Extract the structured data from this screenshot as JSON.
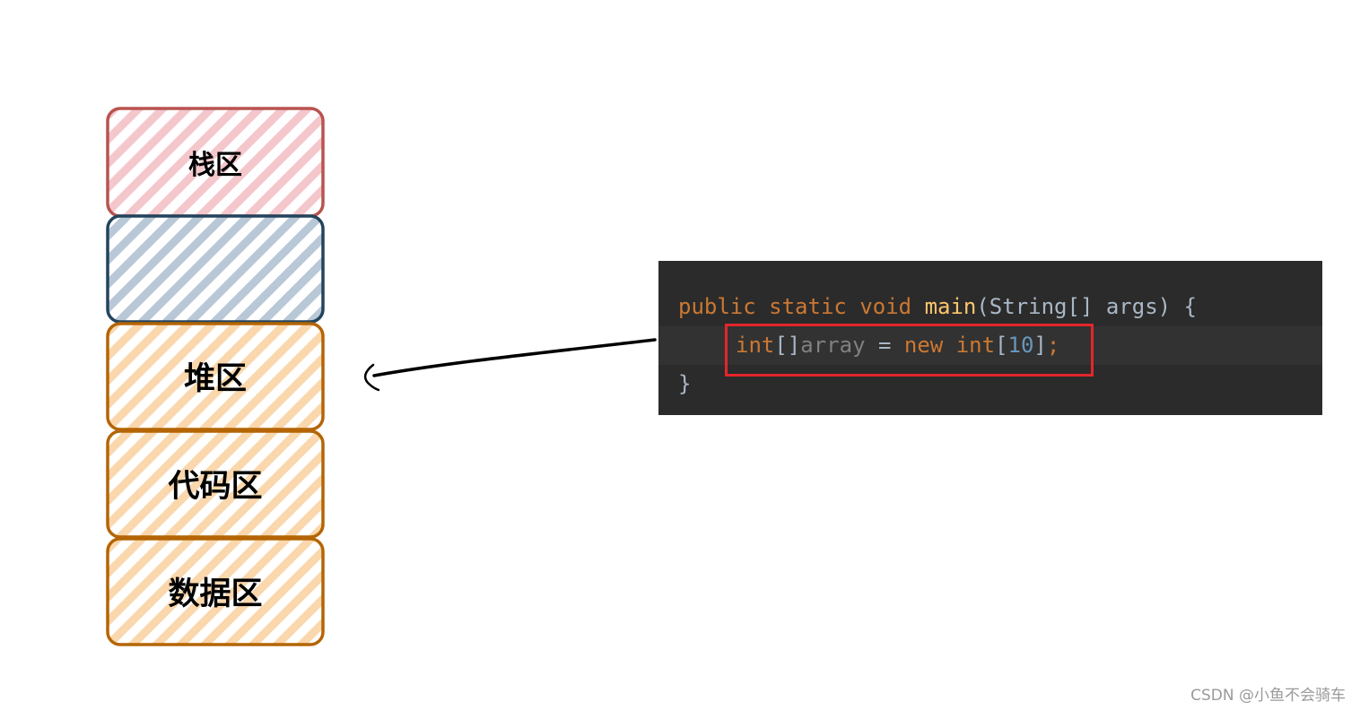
{
  "memory_regions": [
    {
      "id": "stack",
      "label": "栈区",
      "fill": "#f4c7cc",
      "stroke": "#b85450"
    },
    {
      "id": "unlabeled",
      "label": "",
      "fill": "#b9c8d6",
      "stroke": "#23445d"
    },
    {
      "id": "heap",
      "label": "堆区",
      "fill": "#fad7ac",
      "stroke": "#b46504"
    },
    {
      "id": "code",
      "label": "代码区",
      "fill": "#fad7ac",
      "stroke": "#b46504"
    },
    {
      "id": "data",
      "label": "数据区",
      "fill": "#fad7ac",
      "stroke": "#b46504"
    }
  ],
  "code_snippet": {
    "background": "#2b2b2b",
    "line1": {
      "kw_public": "public",
      "kw_static": "static",
      "kw_void": "void",
      "method": "main",
      "rest": "(String[] args) {"
    },
    "line2": {
      "type1": "int",
      "brackets": "[]",
      "var": "array",
      "op": " = ",
      "kw_new": "new",
      "type2": "int",
      "open": "[",
      "num": "10",
      "close": "]",
      "semi": ";"
    },
    "line3": {
      "brace": "}"
    },
    "highlight_color": "#e3262b"
  },
  "watermark": "CSDN @小鱼不会骑车"
}
